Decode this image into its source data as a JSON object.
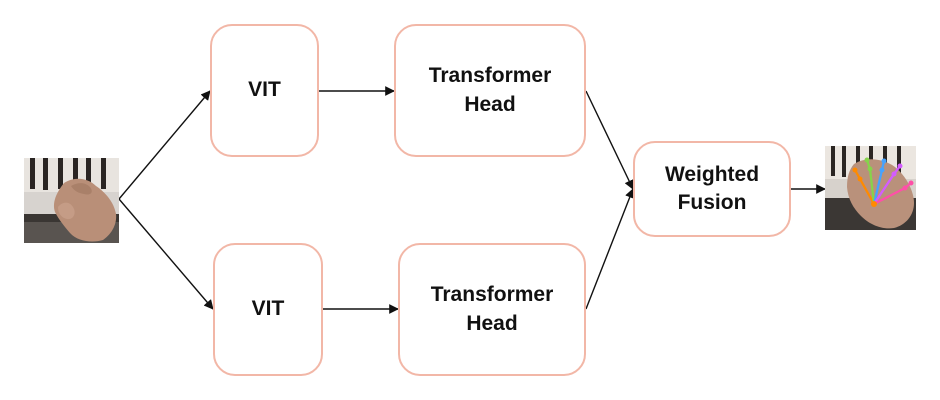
{
  "nodes": {
    "vit_top": "VIT",
    "head_top": "Transformer\nHead",
    "vit_bottom": "VIT",
    "head_bottom": "Transformer\nHead",
    "fusion": "Weighted\nFusion"
  },
  "images": {
    "input": "piano-hand-input-image",
    "output": "hand-keypoint-output-image"
  },
  "colors": {
    "box_border": "#f2b7a7",
    "arrow": "#111111"
  }
}
